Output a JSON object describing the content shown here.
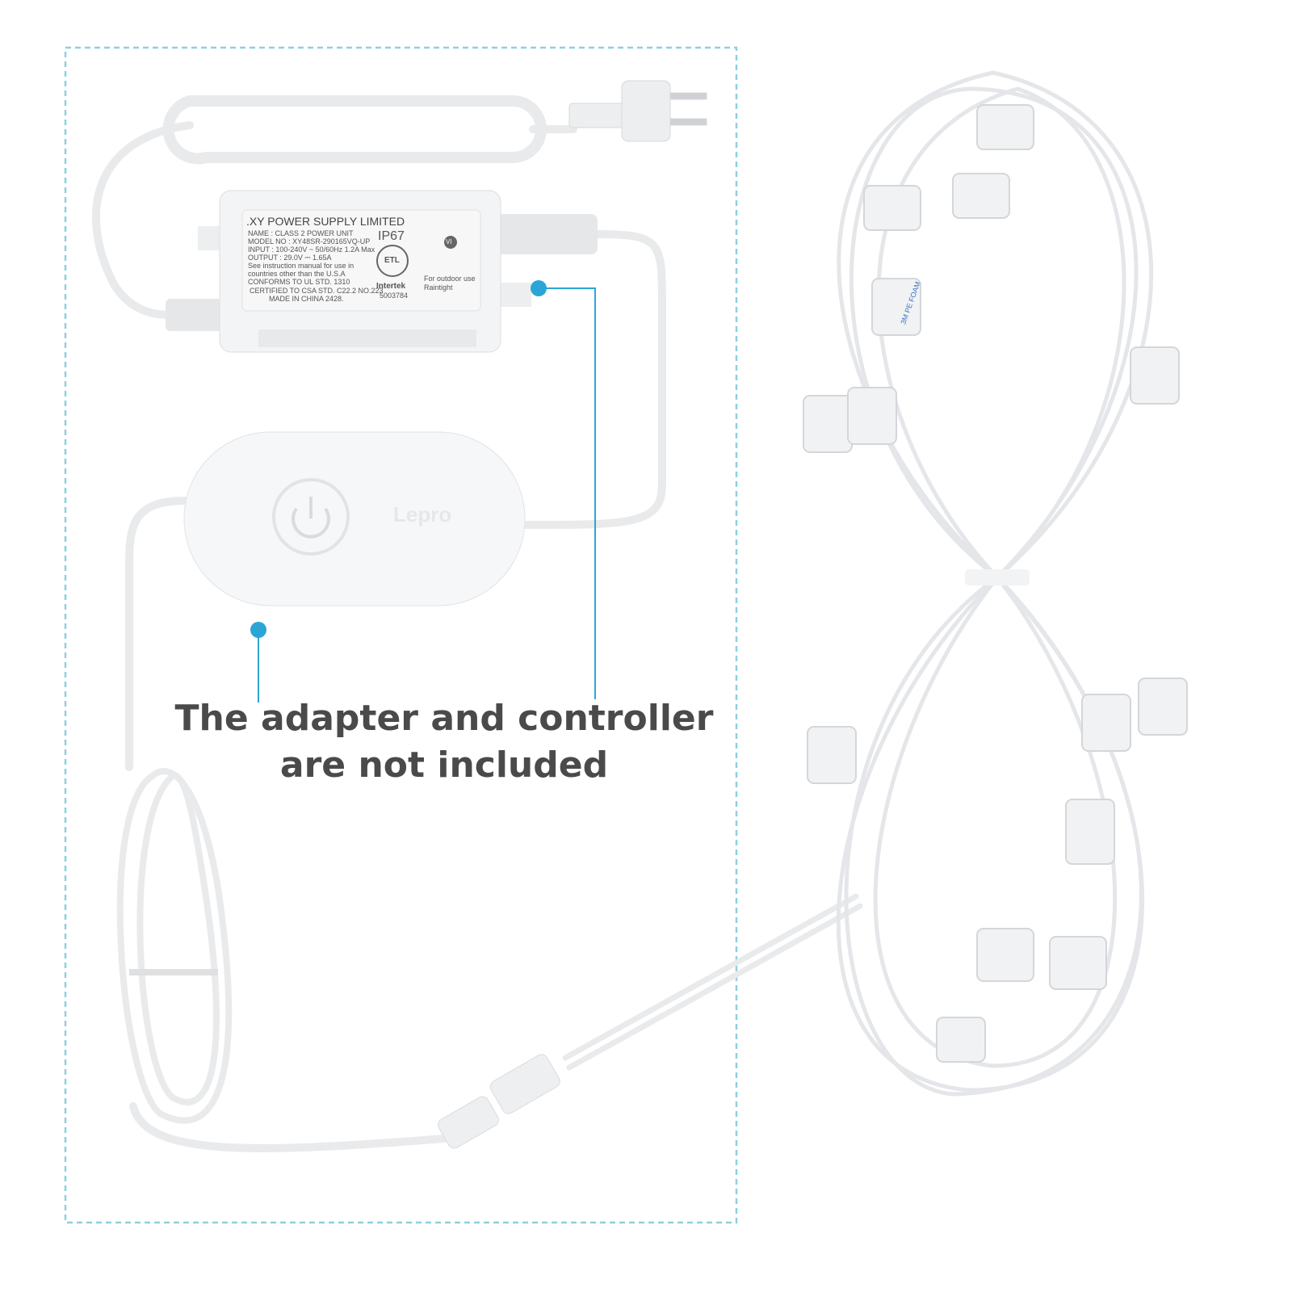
{
  "caption": {
    "line1": "The adapter and controller",
    "line2": "are not included"
  },
  "adapter_label": {
    "brand": ".XY POWER SUPPLY LIMITED",
    "name": "NAME : CLASS 2 POWER UNIT",
    "model": "MODEL NO : XY48SR-290165VQ-UP",
    "input": "INPUT : 100-240V ~ 50/60Hz 1.2A Max",
    "output": "OUTPUT : 29.0V ⎓ 1.65A",
    "note1": "See instruction manual for use in",
    "note2": "countries other than the U.S.A",
    "conforms": "CONFORMS TO UL STD. 1310",
    "certified": "CERTIFIED TO CSA STD. C22.2 NO.223",
    "made": "MADE IN CHINA 2428.",
    "rating": "IP67",
    "cert_mark": "ETL",
    "lab": "Intertek",
    "lab_number": "5003784",
    "efficiency": "VI",
    "outdoor1": "For outdoor use",
    "outdoor2": "Raintight"
  },
  "controller": {
    "logo": "Lepro"
  },
  "tape_label": "3M PE FOAM",
  "colors": {
    "accent": "#2aa6d6",
    "dashed_border": "#8fd0e0",
    "text": "#4a4a4a"
  }
}
